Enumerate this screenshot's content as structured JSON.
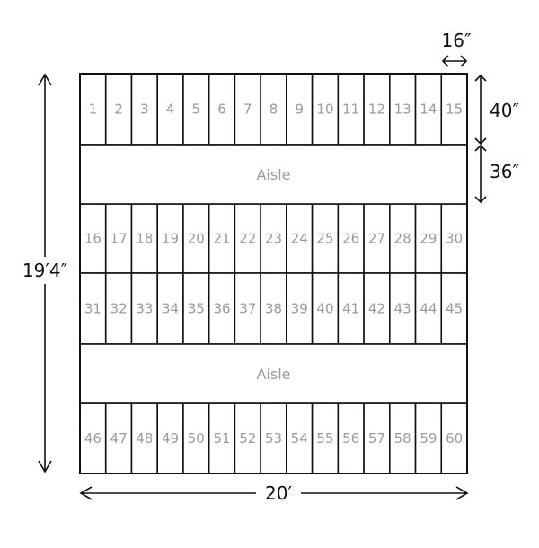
{
  "diagram": {
    "seat_rows": [
      [
        "1",
        "2",
        "3",
        "4",
        "5",
        "6",
        "7",
        "8",
        "9",
        "10",
        "11",
        "12",
        "13",
        "14",
        "15"
      ],
      [
        "16",
        "17",
        "18",
        "19",
        "20",
        "21",
        "22",
        "23",
        "24",
        "25",
        "26",
        "27",
        "28",
        "29",
        "30"
      ],
      [
        "31",
        "32",
        "33",
        "34",
        "35",
        "36",
        "37",
        "38",
        "39",
        "40",
        "41",
        "42",
        "43",
        "44",
        "45"
      ],
      [
        "46",
        "47",
        "48",
        "49",
        "50",
        "51",
        "52",
        "53",
        "54",
        "55",
        "56",
        "57",
        "58",
        "59",
        "60"
      ]
    ],
    "aisle_label": "Aisle",
    "dimensions": {
      "seat_width": "16″",
      "row_depth": "40″",
      "aisle_width": "36″",
      "total_depth": "19′4″",
      "total_width": "20′"
    },
    "colors": {
      "outline": "#111111",
      "label": "#9a9a9a"
    }
  }
}
